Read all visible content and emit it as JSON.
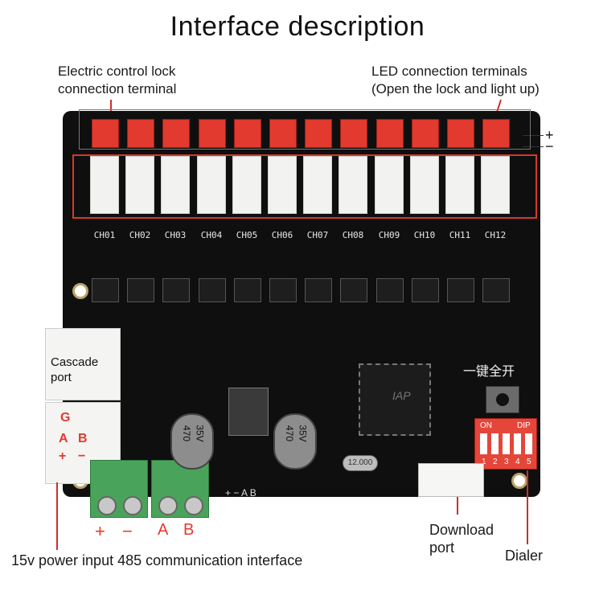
{
  "title": "Interface description",
  "labels": {
    "lock_terminal_line1": "Electric control lock",
    "lock_terminal_line2": "connection terminal",
    "led_terminal_line1": "LED connection terminals",
    "led_terminal_line2": "(Open the lock and light up)",
    "cascade_line1": "Cascade",
    "cascade_line2": "port",
    "power_input": "15v power input 485 communication interface",
    "download_line1": "Download",
    "download_line2": "port",
    "dialer": "Dialer",
    "one_key_open": "一键全开"
  },
  "polarity": {
    "plus": "+",
    "minus": "−"
  },
  "terminal_marks": {
    "plus": "+",
    "minus": "−",
    "a": "A",
    "b": "B"
  },
  "cascade_pins": {
    "g": "G",
    "a": "A",
    "b": "B",
    "plus": "+",
    "minus": "−"
  },
  "channels": [
    "CH01",
    "CH02",
    "CH03",
    "CH04",
    "CH05",
    "CH06",
    "CH07",
    "CH08",
    "CH09",
    "CH10",
    "CH11",
    "CH12"
  ],
  "capacitors": [
    {
      "value": "470",
      "volt": "35V"
    },
    {
      "value": "470",
      "volt": "35V"
    }
  ],
  "dip": {
    "on": "ON",
    "name": "DIP",
    "positions": [
      "1",
      "2",
      "3",
      "4",
      "5"
    ]
  },
  "crystal": "12.000",
  "silk_bottom": "+ − A B",
  "chip_mark": "IAP",
  "colors": {
    "board": "#0f0f0f",
    "header_red": "#e23a2e",
    "terminal_green": "#4aa35a",
    "highlight": "#d6392c"
  }
}
